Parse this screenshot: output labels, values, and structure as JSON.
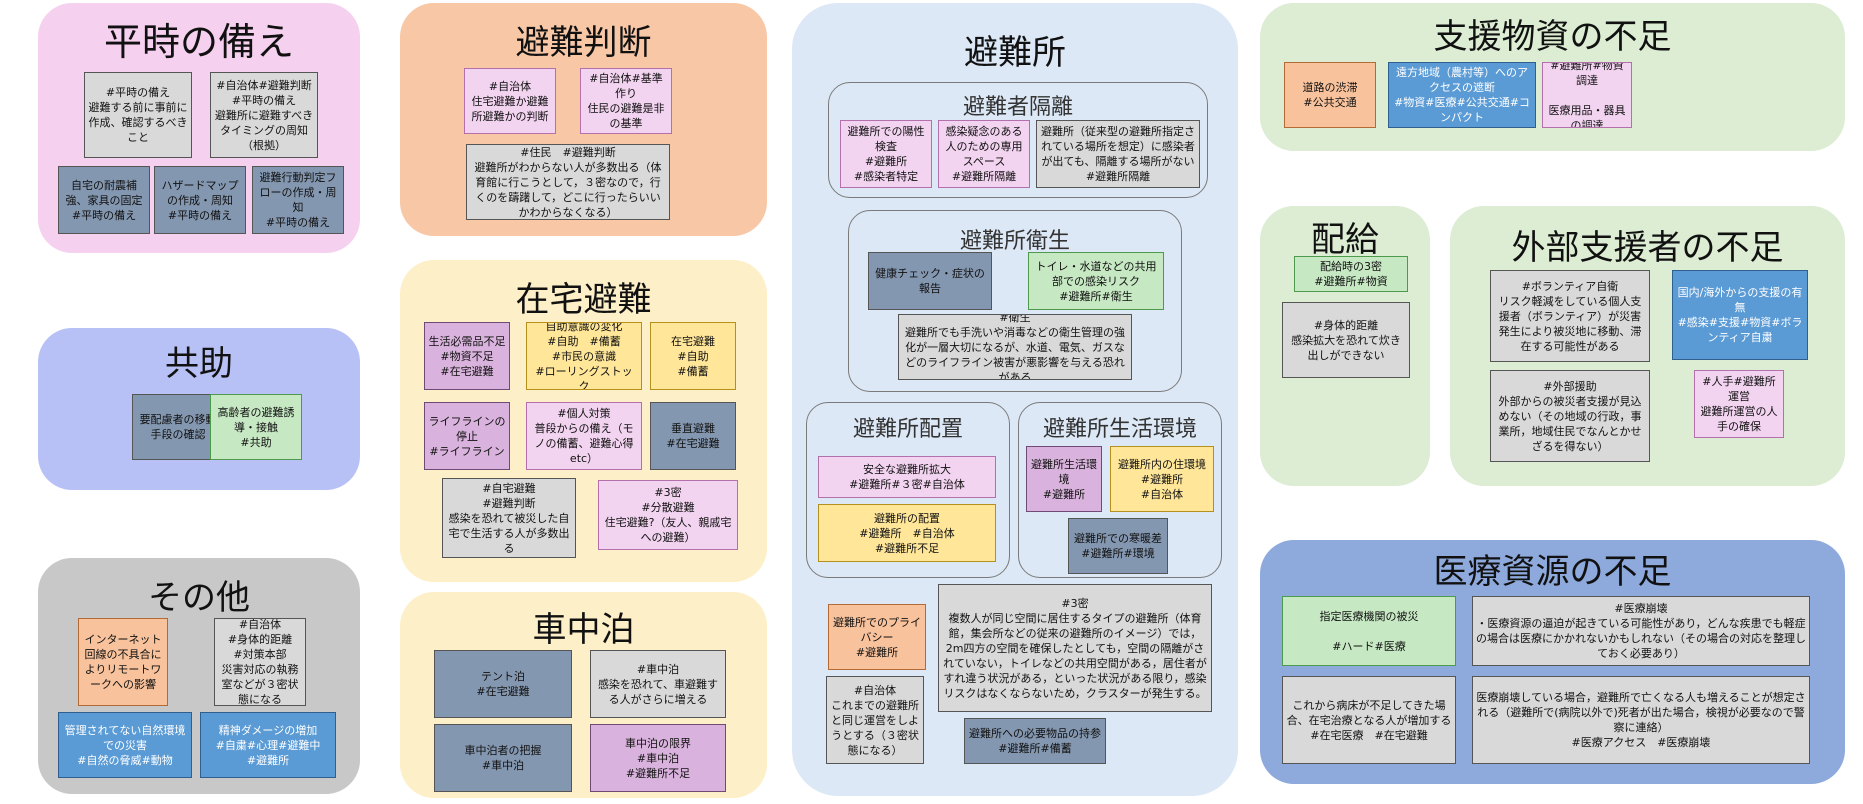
{
  "groups": {
    "heiji": {
      "title": "平時の備え",
      "color": "#f6d0ef"
    },
    "hinan_handan": {
      "title": "避難判断",
      "color": "#f8c7a6"
    },
    "hinanjo": {
      "title": "避難所",
      "color": "#dce8f6"
    },
    "shien_busshi": {
      "title": "支援物資の不足",
      "color": "#dcedd3"
    },
    "kyojo": {
      "title": "共助",
      "color": "#b7c1f6"
    },
    "zaitaku": {
      "title": "在宅避難",
      "color": "#fdefc7"
    },
    "haikyu": {
      "title": "配給",
      "color": "#dcedd3"
    },
    "gaibu": {
      "title": "外部支援者の不足",
      "color": "#dcedd3"
    },
    "sonota": {
      "title": "その他",
      "color": "#c8c8c8"
    },
    "shachuhaku": {
      "title": "車中泊",
      "color": "#fdefc7"
    },
    "iryo": {
      "title": "医療資源の不足",
      "color": "#8ea9dc"
    }
  },
  "subgroups": {
    "kakuri": "避難者隔離",
    "eisei": "避難所衛生",
    "haichi": "避難所配置",
    "seikatsu": "避難所生活環境"
  },
  "notes": {
    "h1": "#平時の備え\n避難する前に事前に作成、確認するべきこと",
    "h2": "#自治体#避難判断#平時の備え\n避難所に避難すべきタイミングの周知（根拠）",
    "h3": "自宅の耐震補強、家具の固定\n#平時の備え",
    "h4": "ハザードマップの作成・周知\n#平時の備え",
    "h5": "避難行動判定フローの作成・周知\n#平時の備え",
    "j1": "#自治体\n住宅避難か避難所避難かの判断",
    "j2": "#自治体#基準作り\n住民の避難是非の基準",
    "j3": "#住民　#避難判断\n避難所がわからない人が多数出る（体育館に行こうとして，３密なので，行くのを躊躇して，どこに行ったらいいかわからなくなる）",
    "k1": "要配慮者の移動手段の確認",
    "k2": "高齢者の避難誘導・接触\n#共助",
    "z1": "生活必需品不足\n#物資不足\n#在宅避難",
    "z2": "自助意識の変化\n#自助　#備蓄\n#市民の意識\n#ローリングストック",
    "z3": "在宅避難\n#自助\n#備蓄",
    "z4": "ライフラインの停止\n#ライフライン",
    "z5": "#個人対策\n普段からの備え（モノの備蓄、避難心得etc）",
    "z6": "垂直避難\n#在宅避難",
    "z7": "#自宅避難\n#避難判断\n感染を恐れて被災した自宅で生活する人が多数出る",
    "z8": "#3密\n#分散避難\n住宅避難?（友人、親戚宅への避難）",
    "s1": "インターネット回線の不具合によりリモートワークへの影響",
    "s2": "#自治体\n#身体的距離\n#対策本部\n災害対応の執務室などが３密状態になる",
    "s3": "管理されてない自然環境での災害\n#自然の脅威#動物",
    "s4": "精神ダメージの増加\n#自粛#心理#避難中\n#避難所",
    "c1": "テント泊\n#在宅避難",
    "c2": "#車中泊\n感染を恐れて、車避難する人がさらに増える",
    "c3": "車中泊者の把握\n#車中泊",
    "c4": "車中泊の限界\n#車中泊\n#避難所不足",
    "a1": "避難所での陽性検査\n#避難所\n#感染者特定",
    "a2": "感染疑念のある人のための専用スペース\n#避難所隔離",
    "a3": "避難所（従来型の避難所指定されている場所を想定）に感染者が出ても、隔離する場所がない\n#避難所隔離",
    "e1": "健康チェック・症状の報告",
    "e2": "トイレ・水道などの共用部での感染リスク\n#避難所#衛生",
    "e3": "#衛生\n避難所でも手洗いや消毒などの衛生管理の強化が一層大切になるが、水道、電気、ガスなどのライフライン被害が悪影響を与える恐れがある",
    "p1": "安全な避難所拡大\n#避難所#３密#自治体",
    "p2": "避難所の配置\n#避難所　#自治体\n#避難所不足",
    "v1": "避難所生活環境\n#避難所",
    "v2": "避難所内の住環境\n#避難所\n#自治体",
    "v3": "避難所での寒暖差\n#避難所#環境",
    "m1": "避難所でのプライバシー\n#避難所",
    "m2": "#3密\n複数人が同じ空間に居住するタイプの避難所（体育館，集会所などの従来の避難所のイメージ）では，2m四方の空間を確保したとしても，空間の隔離がされていない，トイレなどの共用空間がある，居住者がすれ違う状況がある，といった状況がある限り，感染リスクはなくならないため，クラスターが発生する。",
    "m3": "#自治体\nこれまでの避難所と同じ運営をしようとする（３密状態になる）",
    "m4": "避難所への必要物品の持参\n#避難所#備蓄",
    "b1": "道路の渋滞\n#公共交通",
    "b2": "遠方地域（農村等）へのアクセスの遮断\n#物資#医療#公共交通#コンパクト",
    "b3": "#避難所#物資調達\n\n医療用品・器具の調達",
    "q1": "配給時の3密\n#避難所#物資",
    "q2": "#身体的距離\n感染拡大を恐れて炊き出しができない",
    "g1": "#ボランティア自衛\nリスク軽減をしている個人支援者（ボランティア）が災害発生により被災地に移動、滞在する可能性がある",
    "g2": "国内/海外からの支援の有無\n#感染#支援#物資#ボランティア自粛",
    "g3": "#外部援助\n外部からの被災者支援が見込めない（その地域の行政，事業所，地域住民でなんとかせざるを得ない）",
    "g4": "#人手#避難所運営\n避難所運営の人手の確保",
    "r1": "指定医療機関の被災\n\n#ハード#医療",
    "r2": "#医療崩壊\n・医療資源の逼迫が起きている可能性があり，どんな疾患でも軽症の場合は医療にかかれないかもしれない（その場合の対応を整理しておく必要あり）",
    "r3": "これから病床が不足してきた場合、在宅治療となる人が増加する\n#在宅医療　#在宅避難",
    "r4": "医療崩壊している場合，避難所で亡くなる人も増えることが想定される（避難所で(病院以外で)死者が出た場合，検視が必要なので警察に連絡）\n#医療アクセス　#医療崩壊"
  }
}
